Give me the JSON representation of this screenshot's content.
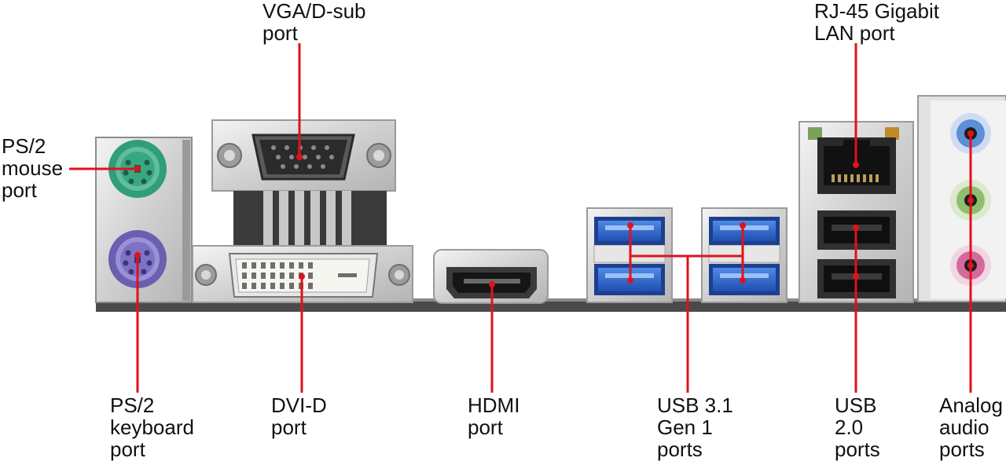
{
  "colors": {
    "leader": "#e0121b",
    "plate": "#bdbdbd",
    "panel_bar": "#4a4a4a",
    "ps2_mouse": "#2f9e79",
    "ps2_keyboard": "#6a5fb0",
    "usb3": "#2f6bd4",
    "audio_blue": "#5b8fd6",
    "audio_green": "#8fbf6e",
    "audio_pink": "#d46a9b"
  },
  "labels": {
    "ps2_mouse": [
      "PS/2",
      "mouse",
      "port"
    ],
    "vga": [
      "VGA/D-sub",
      "port"
    ],
    "rj45": [
      "RJ-45 Gigabit",
      "LAN port"
    ],
    "ps2_keyboard": [
      "PS/2",
      "keyboard",
      "port"
    ],
    "dvi": [
      "DVI-D",
      "port"
    ],
    "hdmi": [
      "HDMI",
      "port"
    ],
    "usb31": [
      "USB 3.1",
      "Gen 1",
      "ports"
    ],
    "usb20": [
      "USB",
      "2.0",
      "ports"
    ],
    "audio": [
      "Analog",
      "audio",
      "ports"
    ]
  }
}
